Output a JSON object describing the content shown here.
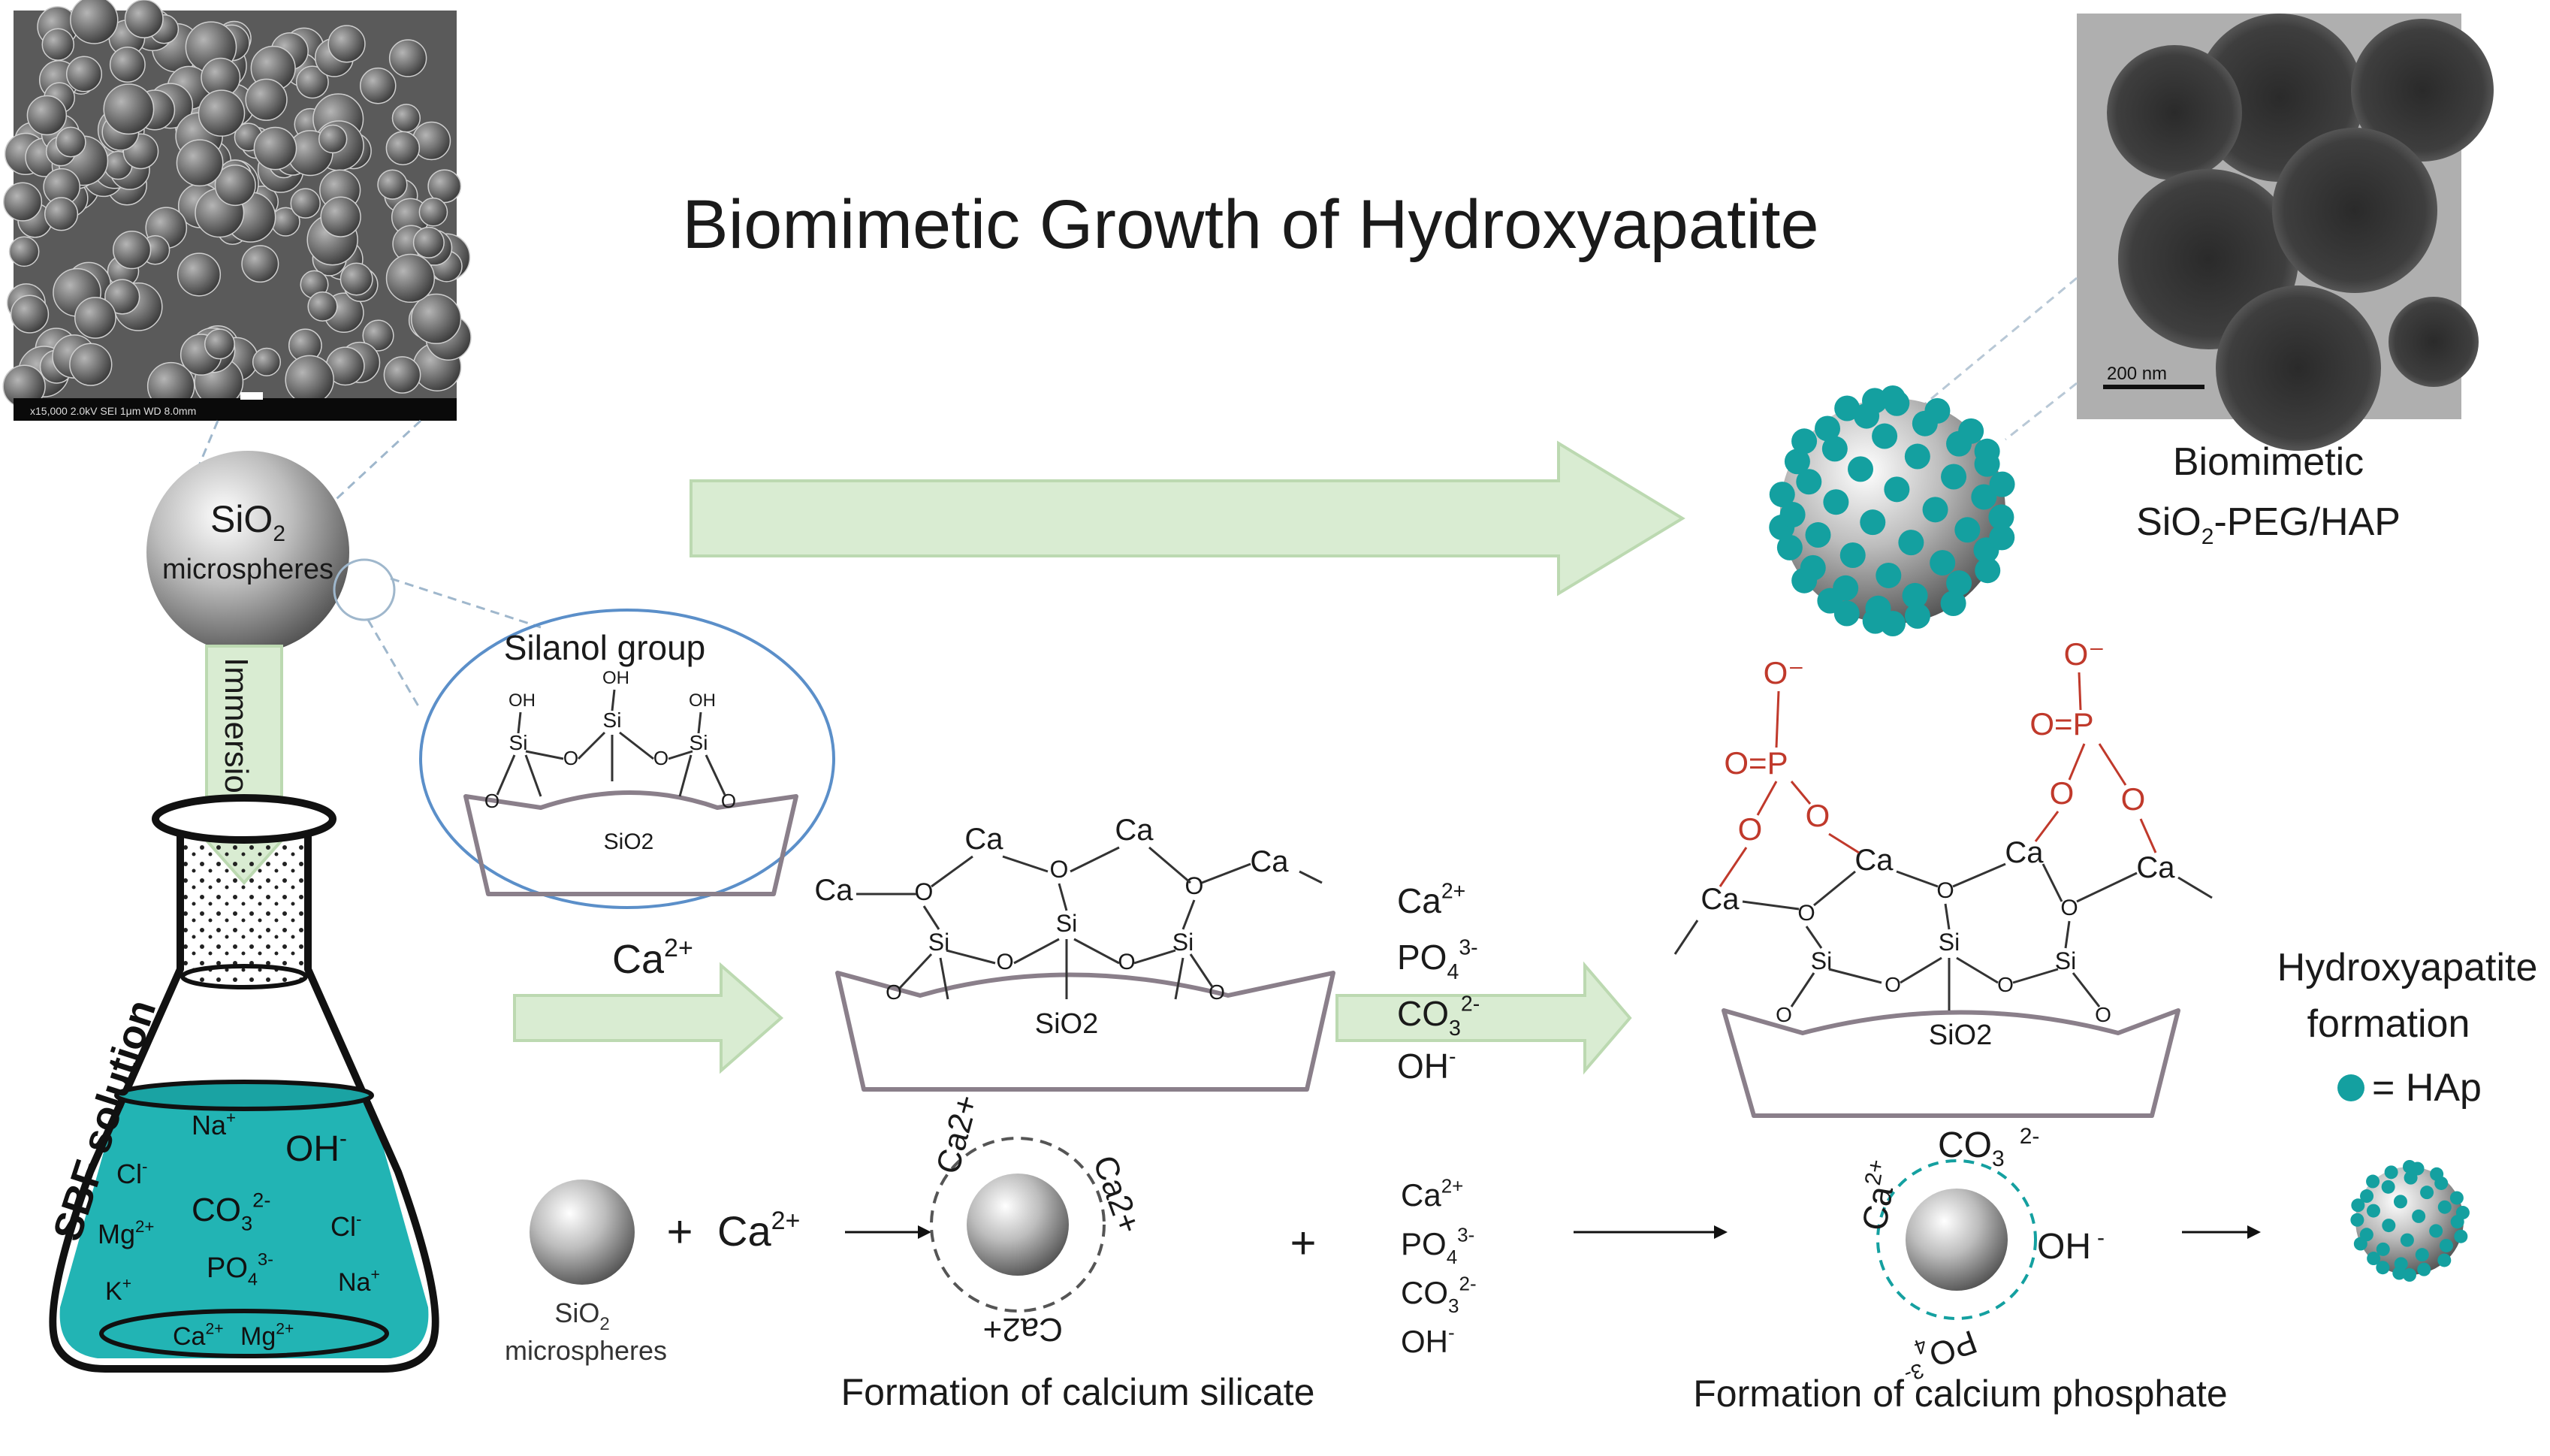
{
  "title": "Biomimetic Growth of Hydroxyapatite",
  "sem_micrograph": {
    "scale_bar_text": "x15,000  2.0kV  SEI  1μm  WD 8.0mm"
  },
  "tem_micrograph": {
    "scale_bar_text": "200 nm"
  },
  "left": {
    "microsphere_label_main": "SiO",
    "microsphere_label_sub": "2",
    "microsphere_label_2": "microspheres",
    "immersion_label": "Immersion",
    "sbf_label": "SBF solution",
    "ions": [
      {
        "text": "Na",
        "sup": "+"
      },
      {
        "text": "OH",
        "sup": "-"
      },
      {
        "text": "Cl",
        "sup": "-"
      },
      {
        "text": "Mg",
        "sup": "2+"
      },
      {
        "text": "CO",
        "sub": "3",
        "sup": "2-"
      },
      {
        "text": "Cl",
        "sup": "-"
      },
      {
        "text": "K",
        "sup": "+"
      },
      {
        "text": "PO",
        "sub": "4",
        "sup": "3-"
      },
      {
        "text": "Na",
        "sup": "+"
      },
      {
        "text": "Ca",
        "sup": "2+"
      },
      {
        "text": "Mg",
        "sup": "2+"
      }
    ]
  },
  "silanol": {
    "label": "Silanol group",
    "substrate": "SiO2",
    "atom_oh": "OH",
    "atom_si": "Si",
    "atom_o": "O"
  },
  "stage1": {
    "arrow_label": "Ca",
    "arrow_label_sup": "2+",
    "atom_ca": "Ca",
    "substrate": "SiO2",
    "atom_si": "Si",
    "atom_o": "O"
  },
  "stage2": {
    "reagents": [
      {
        "text": "Ca",
        "sup": "2+"
      },
      {
        "text": "PO",
        "sub": "4",
        "sup": "3-"
      },
      {
        "text": "CO",
        "sub": "3",
        "sup": "2-"
      },
      {
        "text": "OH",
        "sup": "-"
      }
    ],
    "atom_ca": "Ca",
    "atom_p": "P",
    "atom_o": "O",
    "atom_o_minus": "O⁻",
    "substrate": "SiO2",
    "atom_si": "Si"
  },
  "product": {
    "label_line1": "Biomimetic",
    "label_line2": "SiO",
    "label_line2_sub": "2",
    "label_line2_rest": "-PEG/HAP"
  },
  "legend": {
    "line1": "Hydroxyapatite",
    "line2": "formation",
    "hap_key": "= HAp",
    "hap_color": "#14a0a0"
  },
  "bottom": {
    "sio2_main": "SiO",
    "sio2_sub": "2",
    "microspheres": "microspheres",
    "plus": "+",
    "ca": "Ca",
    "ca_sup": "2+",
    "ca_ion_label": "Ca2+",
    "reagents": [
      {
        "text": "Ca",
        "sup": "2+"
      },
      {
        "text": "PO",
        "sub": "4",
        "sup": "3-"
      },
      {
        "text": "CO",
        "sub": "3",
        "sup": "2-"
      },
      {
        "text": "OH",
        "sup": "-"
      }
    ],
    "co3": "CO",
    "co3_sub": "3",
    "co3_sup": "2-",
    "oh": "OH",
    "oh_sup": "-",
    "po4": "PO",
    "po4_sub": "4",
    "po4_sup": "3-",
    "caption_silicate": "Formation of calcium silicate",
    "caption_phosphate": "Formation of calcium phosphate"
  },
  "colors": {
    "arrow_fill": "#d9ecd2",
    "arrow_stroke": "#bcd9b1",
    "teal": "#14a0a0",
    "liquid": "#22b4b4",
    "red": "#c0392b",
    "substrate_stroke": "#8a7f8a",
    "silanol_ellipse": "#5b8fc9"
  }
}
